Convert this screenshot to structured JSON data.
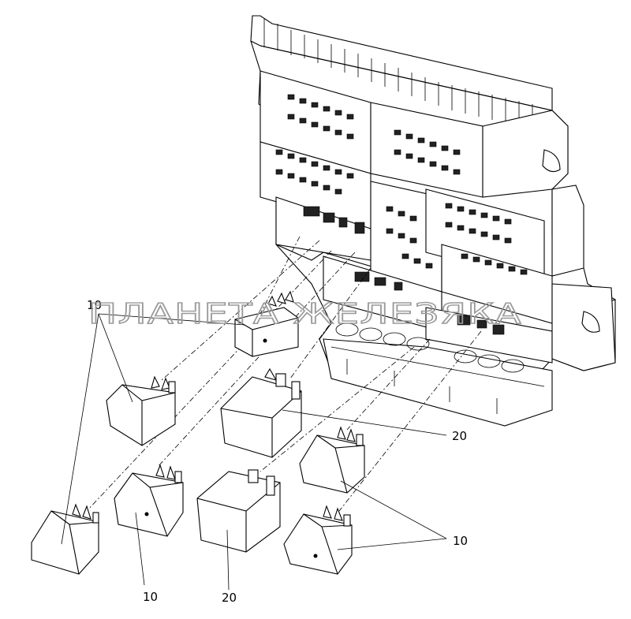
{
  "watermark": "ПЛАНЕТА ЖЕЛЕЗЯКА",
  "callouts": {
    "relay_small_top": "10",
    "relay_large_right": "20",
    "relay_small_right": "10",
    "relay_small_bottom": "10",
    "relay_large_bottom": "20"
  },
  "icons": {
    "fuse_relay_box": "fuse-relay-box-drawing",
    "relay_small": "mini-relay-drawing",
    "relay_large": "large-relay-drawing"
  }
}
